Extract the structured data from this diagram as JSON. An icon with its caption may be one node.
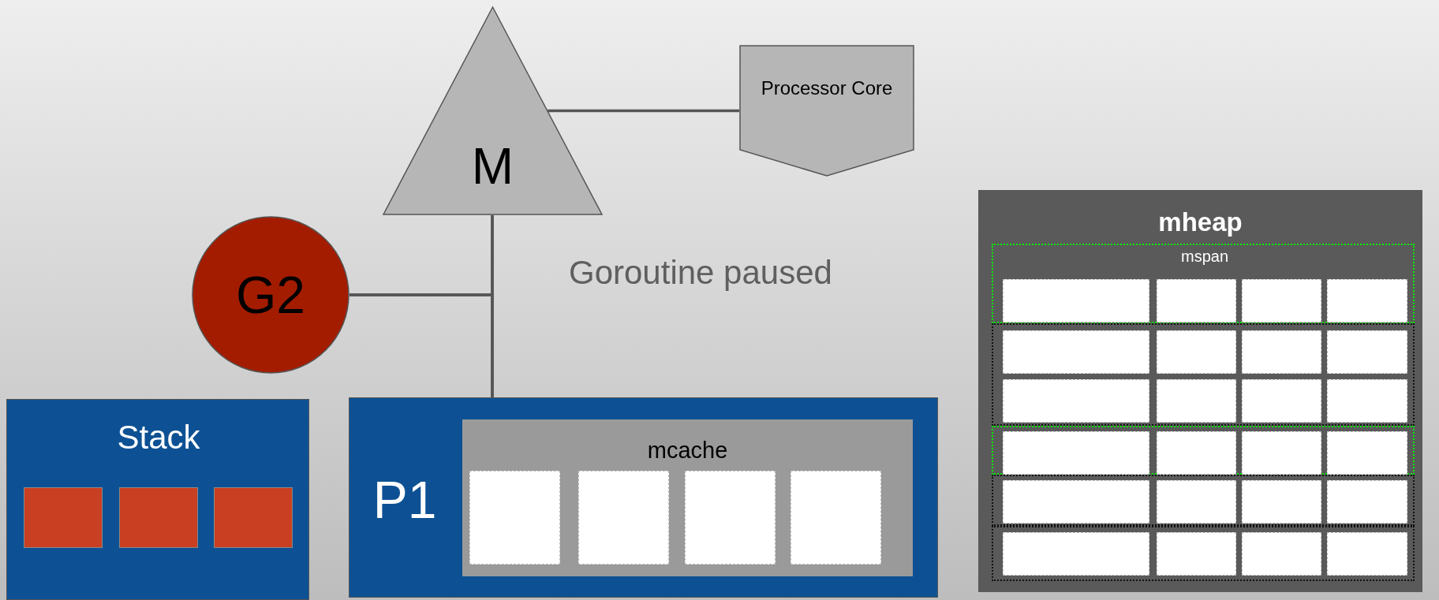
{
  "diagram": {
    "nodes": [
      {
        "text": [
          "M"
        ]
      },
      {
        "text": [
          "Processor Core"
        ]
      },
      {
        "text": [
          "G2"
        ]
      },
      {
        "text": [
          "Stack"
        ]
      },
      {
        "text": [],
        "shape": "box",
        "in": 3
      },
      {
        "text": [],
        "shape": "box",
        "in": 3
      },
      {
        "text": [],
        "shape": "box",
        "in": 3
      },
      {
        "text": [
          "P1"
        ]
      },
      {
        "text": [
          "mcache"
        ],
        "in": 7
      },
      {
        "text": [],
        "shape": "box",
        "in": 8
      },
      {
        "text": [],
        "shape": "box",
        "in": 8
      },
      {
        "text": [],
        "shape": "box",
        "in": 8
      },
      {
        "text": [],
        "shape": "box",
        "in": 8
      },
      {
        "text": [
          "mheap"
        ]
      },
      {
        "text": [
          "mspan"
        ],
        "in": 13
      },
      {
        "text": [],
        "shape": "box",
        "in": 14
      },
      {
        "text": [],
        "shape": "box",
        "in": 14
      },
      {
        "text": [],
        "shape": "box",
        "in": 14
      },
      {
        "text": [],
        "shape": "box",
        "in": 14
      },
      {
        "text": [],
        "shape": "box",
        "in": 13
      },
      {
        "text": [],
        "shape": "box",
        "in": 19
      },
      {
        "text": [],
        "shape": "box",
        "in": 19
      },
      {
        "text": [],
        "shape": "box",
        "in": 19
      },
      {
        "text": [],
        "shape": "box",
        "in": 19
      },
      {
        "text": [],
        "shape": "box",
        "in": 19
      },
      {
        "text": [],
        "shape": "box",
        "in": 19
      },
      {
        "text": [],
        "shape": "box",
        "in": 19
      },
      {
        "text": [],
        "shape": "box",
        "in": 19
      },
      {
        "text": [],
        "shape": "box",
        "in": 13
      },
      {
        "text": [],
        "shape": "box",
        "in": 28
      },
      {
        "text": [],
        "shape": "box",
        "in": 28
      },
      {
        "text": [],
        "shape": "box",
        "in": 28
      },
      {
        "text": [],
        "shape": "box",
        "in": 28
      },
      {
        "text": [],
        "shape": "box",
        "in": 13
      },
      {
        "text": [],
        "shape": "box",
        "in": 33
      },
      {
        "text": [],
        "shape": "box",
        "in": 33
      },
      {
        "text": [],
        "shape": "box",
        "in": 33
      },
      {
        "text": [],
        "shape": "box",
        "in": 33
      },
      {
        "text": [],
        "shape": "box",
        "in": 13
      },
      {
        "text": [],
        "shape": "box",
        "in": 38
      },
      {
        "text": [],
        "shape": "box",
        "in": 38
      },
      {
        "text": [],
        "shape": "box",
        "in": 38
      },
      {
        "text": [],
        "shape": "box",
        "in": 38
      }
    ],
    "edges": [
      {
        "from": 0,
        "to": 1,
        "arrow": "none"
      },
      {
        "from": 0,
        "to": 7,
        "arrow": "none"
      },
      {
        "from": 2,
        "to": 0,
        "arrow": "none"
      },
      {
        "from": 2,
        "to": 7,
        "arrow": "none"
      }
    ],
    "labels": [
      "Goroutine paused"
    ]
  }
}
